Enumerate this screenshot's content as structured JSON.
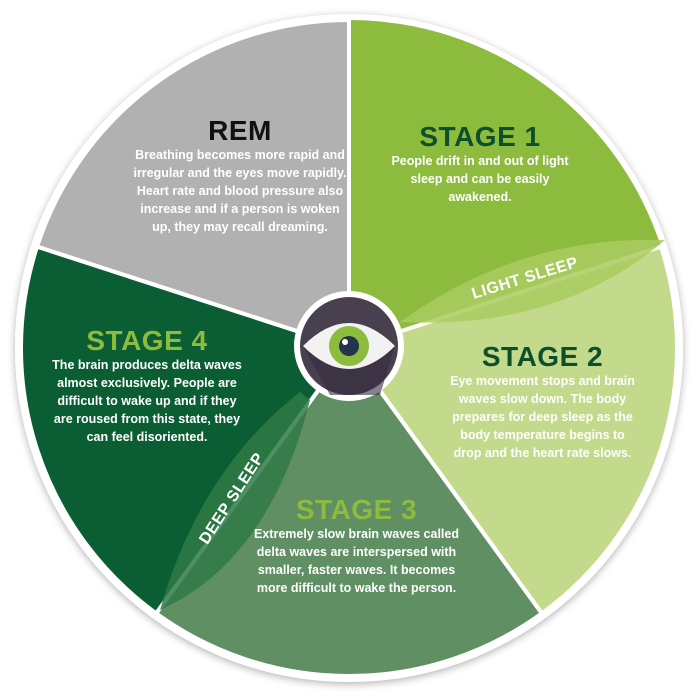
{
  "segments": [
    {
      "id": "rem",
      "title": "REM",
      "description": "Breathing becomes more rapid and irregular and the eyes move rapidly. Heart rate and blood pressure also increase and if a person is woken up, they may recall dreaming.",
      "fill": "#b1b1b1",
      "title_color": "#111111"
    },
    {
      "id": "stage1",
      "title": "STAGE 1",
      "description": "People drift in and out of light sleep and can be easily awakened.",
      "fill": "#8dbb3d",
      "title_color": "#0d4f2c"
    },
    {
      "id": "stage2",
      "title": "STAGE 2",
      "description": "Eye movement stops and brain waves slow down. The body prepares for deep sleep as the body temperature begins to drop and the heart rate slows.",
      "fill": "#c3d98b",
      "title_color": "#0d4f2c"
    },
    {
      "id": "stage3",
      "title": "STAGE 3",
      "description": "Extremely slow brain waves called delta waves are interspersed with smaller, faster waves. It becomes more difficult to wake the person.",
      "fill": "#5f8f63",
      "title_color": "#8dbb3d"
    },
    {
      "id": "stage4",
      "title": "STAGE 4",
      "description": "The brain produces delta waves almost exclusively. People are difficult to wake up and if they are roused from this state, they can feel disoriented.",
      "fill": "#0b5e33",
      "title_color": "#8dbb3d"
    }
  ],
  "bands": {
    "light": "LIGHT SLEEP",
    "deep": "DEEP SLEEP"
  },
  "center_icon": "eye-icon"
}
